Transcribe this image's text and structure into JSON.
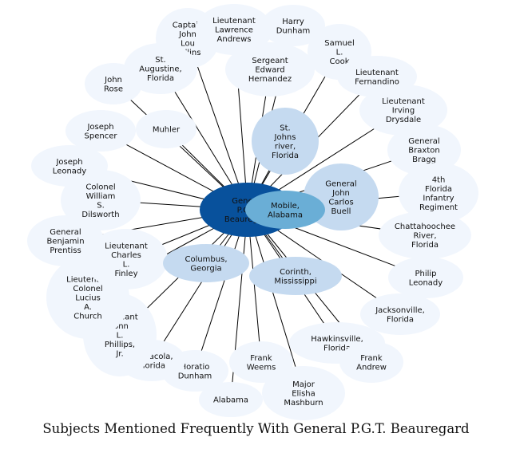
{
  "caption": "Subjects Mentioned Frequently With General P.G.T. Beauregard",
  "colors": {
    "background_node": "#f1f6fd",
    "secondary_node": "#c5daf0",
    "tertiary_node": "#6aaed6",
    "center_node": "#08519c",
    "edge": "#000000"
  },
  "center": {
    "id": "beauregard",
    "lines": [
      "General",
      "P.G.T.",
      "Beauregard"
    ]
  },
  "nodes": [
    {
      "id": "mobile",
      "lines": [
        "Mobile,",
        "Alabama"
      ],
      "tier": "tertiary"
    },
    {
      "id": "buell",
      "lines": [
        "General",
        "John",
        "Carlos",
        "Buell"
      ],
      "tier": "secondary"
    },
    {
      "id": "st-johns",
      "lines": [
        "St.",
        "Johns",
        "river,",
        "Florida"
      ],
      "tier": "secondary"
    },
    {
      "id": "columbus",
      "lines": [
        "Columbus,",
        "Georgia"
      ],
      "tier": "secondary"
    },
    {
      "id": "corinth",
      "lines": [
        "Corinth,",
        "Mississippi"
      ],
      "tier": "secondary"
    },
    {
      "id": "captain",
      "lines": [
        "Captain",
        "John",
        "Lou",
        "Collins"
      ]
    },
    {
      "id": "andrews",
      "lines": [
        "Lieutenant",
        "Lawrence",
        "Andrews"
      ]
    },
    {
      "id": "harry",
      "lines": [
        "Harry",
        "Dunham"
      ]
    },
    {
      "id": "cook",
      "lines": [
        "Samuel",
        "L.",
        "Cook"
      ]
    },
    {
      "id": "fernandino",
      "lines": [
        "Lieutenant",
        "Fernandino"
      ]
    },
    {
      "id": "drysdale",
      "lines": [
        "Lieutenant",
        "Irving",
        "Drysdale"
      ]
    },
    {
      "id": "bragg",
      "lines": [
        "General",
        "Braxton",
        "Bragg"
      ]
    },
    {
      "id": "fourth-florida",
      "lines": [
        "4th",
        "Florida",
        "Infantry",
        "Regiment"
      ]
    },
    {
      "id": "chattahoochee",
      "lines": [
        "Chattahoochee",
        "River,",
        "Florida"
      ]
    },
    {
      "id": "philip",
      "lines": [
        "Philip",
        "Leonady"
      ]
    },
    {
      "id": "jacksonville",
      "lines": [
        "Jacksonville,",
        "Florida"
      ]
    },
    {
      "id": "hawkinsville",
      "lines": [
        "Hawkinsville,",
        "Florida"
      ]
    },
    {
      "id": "frank-andrew",
      "lines": [
        "Frank",
        "Andrew"
      ]
    },
    {
      "id": "mashburn",
      "lines": [
        "Major",
        "Elisha",
        "Mashburn"
      ]
    },
    {
      "id": "weems",
      "lines": [
        "Frank",
        "Weems"
      ]
    },
    {
      "id": "alabama",
      "lines": [
        "Alabama"
      ]
    },
    {
      "id": "horatio",
      "lines": [
        "Horatio",
        "Dunham"
      ]
    },
    {
      "id": "pensacola",
      "lines": [
        "Pensacola,",
        "Florida"
      ]
    },
    {
      "id": "phillips",
      "lines": [
        "Sergeant",
        "John",
        "L.",
        "Phillips,",
        "Jr."
      ]
    },
    {
      "id": "church",
      "lines": [
        "Lieutenant",
        "Colonel",
        "Lucius",
        "A.",
        "Church"
      ]
    },
    {
      "id": "prentiss",
      "lines": [
        "General",
        "Benjamin",
        "Prentiss"
      ]
    },
    {
      "id": "lieut-charles",
      "lines": [
        "Lieutenant",
        "Charles",
        "L.",
        "Finley"
      ]
    },
    {
      "id": "dilsworth",
      "lines": [
        "Colonel",
        "William",
        "S.",
        "Dilsworth"
      ]
    },
    {
      "id": "joseph-leonady",
      "lines": [
        "Joseph",
        "Leonady"
      ]
    },
    {
      "id": "spencer",
      "lines": [
        "Joseph",
        "Spencer"
      ]
    },
    {
      "id": "muhler",
      "lines": [
        "Muhler"
      ]
    },
    {
      "id": "rose",
      "lines": [
        "John",
        "Rose"
      ]
    },
    {
      "id": "st-augustine",
      "lines": [
        "St.",
        "Augustine,",
        "Florida"
      ]
    },
    {
      "id": "hernandez",
      "lines": [
        "Sergeant",
        "Edward",
        "Hernandez"
      ]
    }
  ]
}
